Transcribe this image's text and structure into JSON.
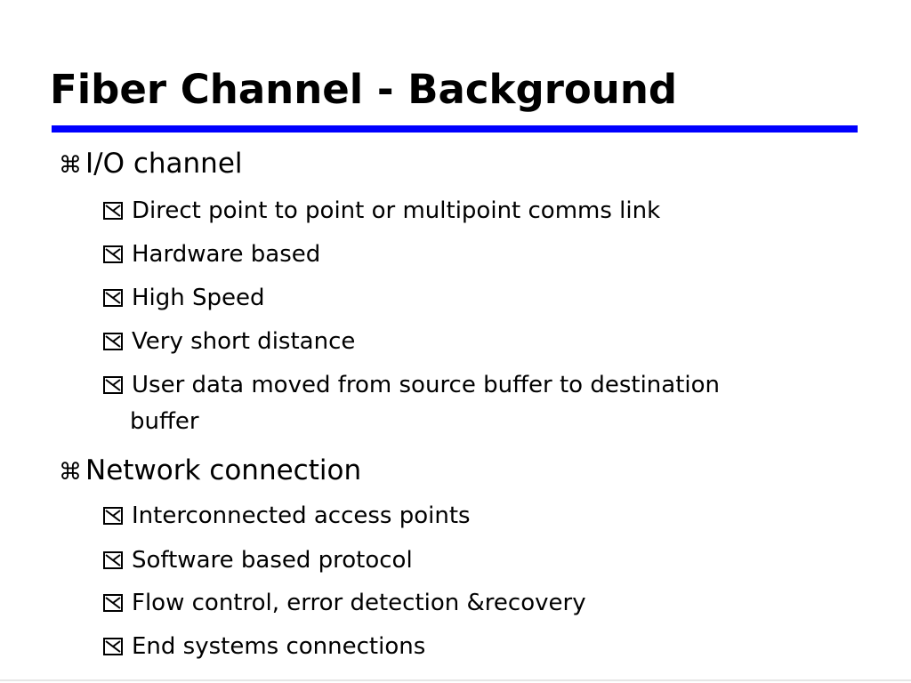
{
  "slide": {
    "title": "Fiber Channel - Background",
    "accent_color": "#0000ff",
    "bullets": [
      {
        "label": "I/O channel",
        "marker_icon": "command-key-icon",
        "subitems": [
          {
            "label": "Direct point to point or multipoint comms link",
            "marker_icon": "checkbox-icon"
          },
          {
            "label": "Hardware based",
            "marker_icon": "checkbox-icon"
          },
          {
            "label": "High Speed",
            "marker_icon": "checkbox-icon"
          },
          {
            "label": "Very short distance",
            "marker_icon": "checkbox-icon"
          },
          {
            "label": "User data moved from source buffer to destination",
            "continuation": "buffer",
            "marker_icon": "checkbox-icon"
          }
        ]
      },
      {
        "label": "Network connection",
        "marker_icon": "command-key-icon",
        "subitems": [
          {
            "label": "Interconnected access points",
            "marker_icon": "checkbox-icon"
          },
          {
            "label": "Software based protocol",
            "marker_icon": "checkbox-icon"
          },
          {
            "label": "Flow control, error detection &recovery",
            "marker_icon": "checkbox-icon"
          },
          {
            "label": "End systems connections",
            "marker_icon": "checkbox-icon"
          }
        ]
      }
    ],
    "glyphs": {
      "level1_marker": "⌘"
    }
  }
}
